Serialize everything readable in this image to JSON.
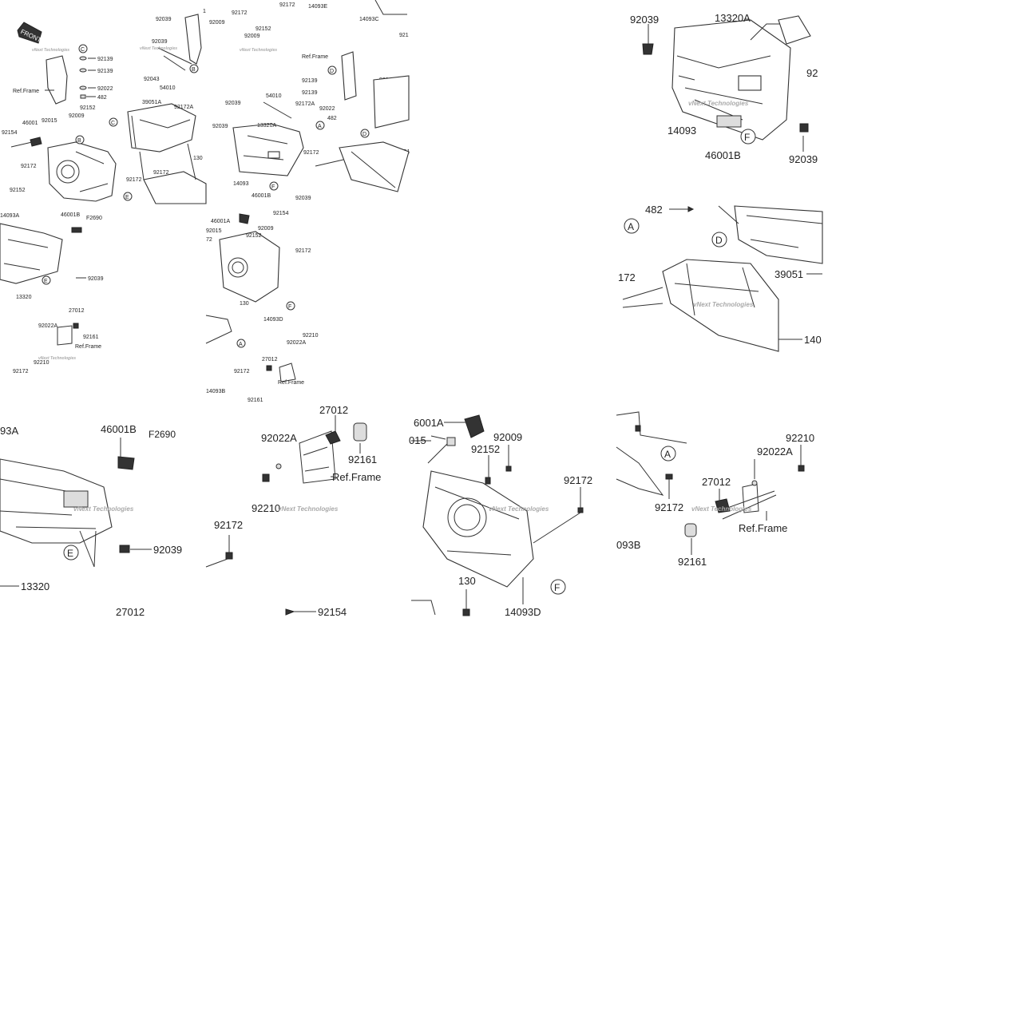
{
  "front_badge": "FRONT",
  "watermark": "vNext Technologies",
  "labels": {
    "p92039": "92039",
    "p92172": "92172",
    "p92009": "92009",
    "p92152": "92152",
    "p14093E": "14093E",
    "p14093C": "14093C",
    "p54010": "54010",
    "p39051A": "39051A",
    "p92172A": "92172A",
    "p92043": "92043",
    "p92139": "92139",
    "p92022": "92022",
    "p482": "482",
    "refFrame": "Ref.Frame",
    "p46001": "46001",
    "p92015": "92015",
    "p92154": "92154",
    "p14093A": "14093A",
    "p46001B": "46001B",
    "pF2690": "F2690",
    "p13320": "13320",
    "p13320A": "13320A",
    "p14093": "14093",
    "p130": "130",
    "p27012": "27012",
    "p92022A": "92022A",
    "p92161": "92161",
    "p92210": "92210",
    "p46001A": "46001A",
    "p14093D": "14093D",
    "p14093B": "14093B",
    "p39051": "39051",
    "p140": "140"
  },
  "frag": {
    "p93A": "93A",
    "p15": "015",
    "p172": "172",
    "p093B": "093B",
    "p6001A": "6001A",
    "p27012t": "27012",
    "p92154t": "92154",
    "p921": "921",
    "p92l": "92",
    "p72": "72",
    "p1": "1"
  },
  "callouts": [
    "A",
    "B",
    "C",
    "D",
    "E",
    "F"
  ]
}
